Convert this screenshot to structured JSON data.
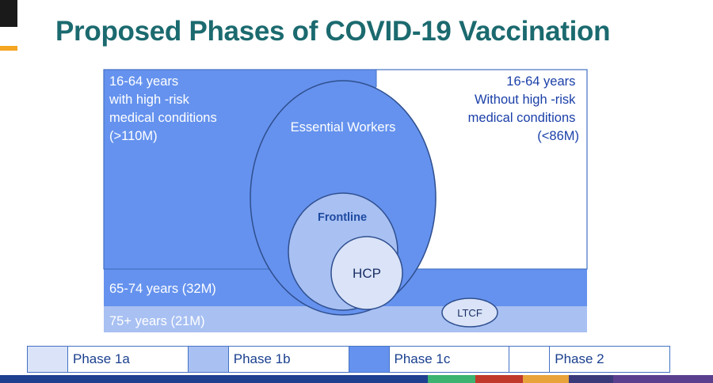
{
  "title": "Proposed Phases of COVID-19 Vaccination",
  "colors": {
    "title": "#1b6a6f",
    "phase_1a": "#dae3f7",
    "phase_1b": "#a8c0f2",
    "phase_1c": "#6592ee",
    "phase_2": "#ffffff",
    "outline": "#2f4f8f",
    "accent": "#f4a522"
  },
  "regions": {
    "high_risk": {
      "lines": [
        "16-64 years",
        "with high -risk",
        "medical conditions",
        "(>110M)"
      ]
    },
    "no_high_risk": {
      "lines": [
        "16-64 years",
        "Without high  -risk",
        "medical conditions",
        "(<86M)"
      ]
    },
    "age_65_74": {
      "label": "65-74 years (32M)"
    },
    "age_75_plus": {
      "label": "75+ years (21M)"
    }
  },
  "circles": {
    "essential_workers": {
      "label": "Essential Workers"
    },
    "frontline": {
      "label": "Frontline"
    },
    "hcp": {
      "label": "HCP"
    },
    "ltcf": {
      "label": "LTCF"
    }
  },
  "legend": [
    {
      "label": "Phase 1a",
      "color": "#dae3f7"
    },
    {
      "label": "Phase 1b",
      "color": "#a8c0f2"
    },
    {
      "label": "Phase 1c",
      "color": "#6592ee"
    },
    {
      "label": "Phase 2",
      "color": "#ffffff"
    }
  ],
  "footer_colors": [
    "#1f3f8f",
    "#1f3f8f",
    "#3cb371",
    "#c0392b",
    "#e8a33b",
    "#3a3a7a",
    "#5b3f8f"
  ]
}
